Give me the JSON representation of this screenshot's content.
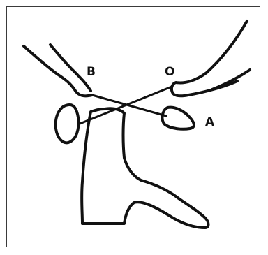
{
  "figure": {
    "labels": {
      "b": "B",
      "o": "O",
      "a": "A"
    },
    "colors": {
      "ink": "#111111",
      "frame": "#3a3a3a",
      "background": "#ffffff"
    }
  }
}
